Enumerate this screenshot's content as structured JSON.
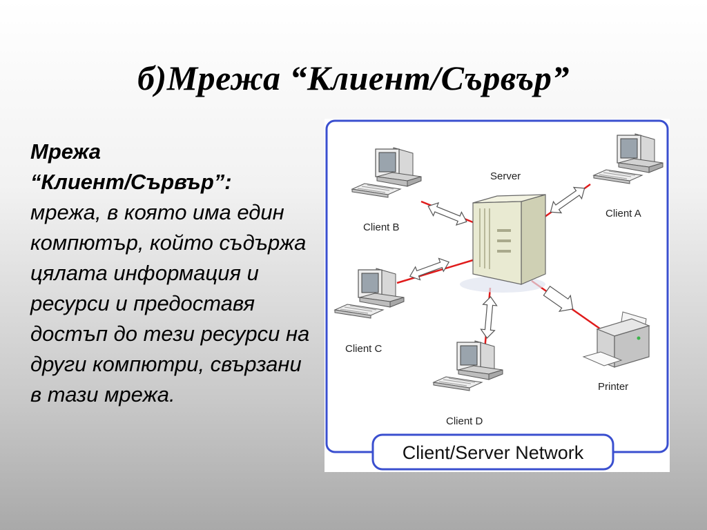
{
  "slide": {
    "title": "б)Мрежа “Клиент/Сървър”",
    "definition_term_line1": "Мрежа",
    "definition_term_line2": "“Клиент/Сървър”:",
    "definition_body": "мрежа, в която има един компютър, който съдържа цялата информация и ресурси и предоставя достъп до тези ресурси на други компютри, свързани в тази мрежа."
  },
  "diagram": {
    "caption": "Client/Server Network",
    "nodes": {
      "server": "Server",
      "client_a": "Client A",
      "client_b": "Client B",
      "client_c": "Client C",
      "client_d": "Client D",
      "printer": "Printer"
    },
    "colors": {
      "frame": "#3a4fcf",
      "link": "#e01b1b",
      "server_body": "#e9ead2"
    }
  }
}
